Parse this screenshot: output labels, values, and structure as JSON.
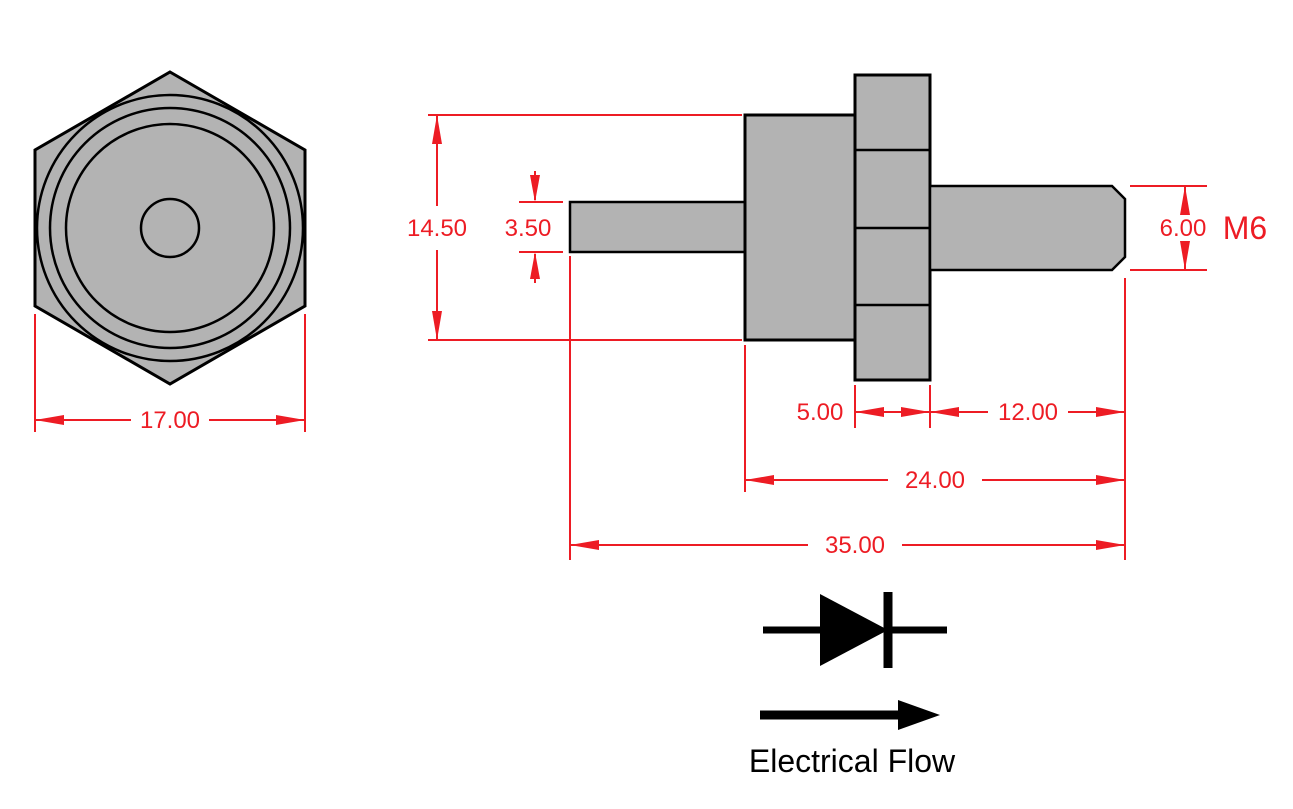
{
  "colors": {
    "dimension_red": "#ed1c24",
    "part_gray": "#b3b3b3",
    "outline_black": "#000000",
    "background": "#ffffff"
  },
  "front_view": {
    "dim_across_flats": "17.00"
  },
  "side_view": {
    "dim_body_diameter": "14.50",
    "dim_lead_diameter": "3.50",
    "dim_stud_diameter": "6.00",
    "thread_label": "M6",
    "dim_hex_thickness": "5.00",
    "dim_stud_length": "12.00",
    "dim_body_to_stud_tip": "24.00",
    "dim_overall_length": "35.00"
  },
  "schematic": {
    "flow_label": "Electrical Flow"
  }
}
